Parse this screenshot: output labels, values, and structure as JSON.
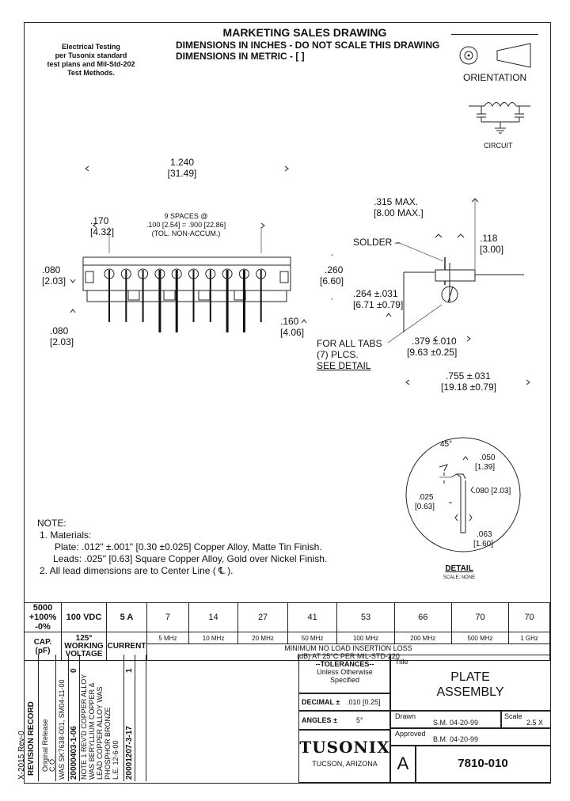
{
  "header": {
    "title": "MARKETING SALES DRAWING",
    "line1": "DIMENSIONS IN INCHES - DO NOT SCALE THIS DRAWING",
    "line2": "DIMENSIONS IN METRIC - [  ]"
  },
  "testing_note": [
    "Electrical Testing",
    "per Tusonix standard",
    "test plans and Mil-Std-202",
    "Test Methods."
  ],
  "orientation_label": "ORIENTATION",
  "circuit_label": "CIRCUIT",
  "front_view": {
    "overall": "1.240",
    "overall_mm": "[31.49]",
    "edge": ".170",
    "edge_mm": "[4.32]",
    "spaces": "9 SPACES @",
    "spaces2": ".100 [2.54] = .900 [22.86]",
    "spaces3": "(TOL. NON-ACCUM.)",
    "left_h": ".080",
    "left_h_mm": "[2.03]",
    "right_h": ".260",
    "right_h_mm": "[6.60]",
    "bottom_l": ".080",
    "bottom_l_mm": "[2.03]",
    "bottom_r": ".160",
    "bottom_r_mm": "[4.06]"
  },
  "side_view": {
    "max": ".315  MAX.",
    "max_mm": "[8.00 MAX.]",
    "solder": "SOLDER",
    "d118": ".118",
    "d118_mm": "[3.00]",
    "d264": ".264 ±.031",
    "d264_mm": "[6.71 ±0.79]",
    "tabs1": "FOR ALL TABS",
    "tabs2": "(7) PLCS.",
    "see_detail": "SEE DETAIL",
    "d379": ".379 ±.010",
    "d379_mm": "[9.63 ±0.25]",
    "d755": ".755 ±.031",
    "d755_mm": "[19.18 ±0.79]"
  },
  "detail": {
    "angle": "45°",
    "d050": ".050",
    "d050_mm": "[1.39]",
    "d080": ".080 [2.03]",
    "d025": ".025",
    "d025_mm": "[0.63]",
    "d063": ".063",
    "d063_mm": "[1.60]",
    "label": "DETAIL",
    "scale": "SCALE: NONE"
  },
  "notes": {
    "title": "NOTE:",
    "n1": "1.  Materials:",
    "plate": "Plate: .012\" ±.001\" [0.30 ±0.025] Copper Alloy, Matte Tin Finish.",
    "leads": "Leads: .025\" [0.63] Square Copper Alloy, Gold over Nickel Finish.",
    "n2": "2.  All lead dimensions are to Center Line ( ℄ )."
  },
  "specs": {
    "cap_value": "5000",
    "cap_tol": "+100% -0%",
    "voltage": "100 VDC",
    "current": "5 A",
    "losses": [
      "7",
      "14",
      "27",
      "41",
      "53",
      "66",
      "70",
      "70"
    ],
    "freqs": [
      "5 MHz",
      "10 MHz",
      "20 MHz",
      "50 MHz",
      "100 MHz",
      "200 MHz",
      "500 MHz",
      "1 GHz"
    ],
    "cap_label": "CAP.",
    "cap_unit": "(pF)",
    "temp": "125°",
    "working": "WORKING",
    "voltage_label": "VOLTAGE",
    "current_label": "CURRENT",
    "loss_title": "MINIMUM NO LOAD INSERTION LOSS",
    "loss_sub": "(dB)  AT 25°C PER MIL-STD-220"
  },
  "revision": {
    "doc": "X-2015 Rev-0",
    "record": "REVISION RECORD",
    "orig1": "Original Release",
    "orig2": "C.O.",
    "col1": "WAS SK7638-001, SM04-11-00",
    "col2": "20000403-1-06",
    "col2b": "0",
    "col3a": "NOTE 1 REV'D COPPER ALLOY",
    "col3b": "WAS BERYLLIUM COPPER &",
    "col3c": "LEAD COPPER ALLOY WAS",
    "col3d": "PHOSPHOR BRONZE",
    "col3e": "L.E. 12-6-00",
    "col4": "20001207-3-17",
    "col4b": "1"
  },
  "title_block": {
    "tol_title": "--TOLERANCES--",
    "tol_1": "Unless Otherwise",
    "tol_2": "Specified",
    "decimal_label": "DECIMAL ±",
    "decimal_val": ".010 [0.25]",
    "angles_label": "ANGLES ±",
    "angles_val": "5°",
    "company": "TUSONIX",
    "location": "TUCSON, ARIZONA",
    "title_label": "Title",
    "title1": "PLATE",
    "title2": "ASSEMBLY",
    "drawn_label": "Drawn",
    "drawn_val": "S.M. 04-20-99",
    "scale_label": "Scale",
    "scale_val": "2.5 X",
    "approved_label": "Approved",
    "approved_val": "B.M. 04-20-99",
    "rev": "A",
    "part": "7810-010"
  }
}
